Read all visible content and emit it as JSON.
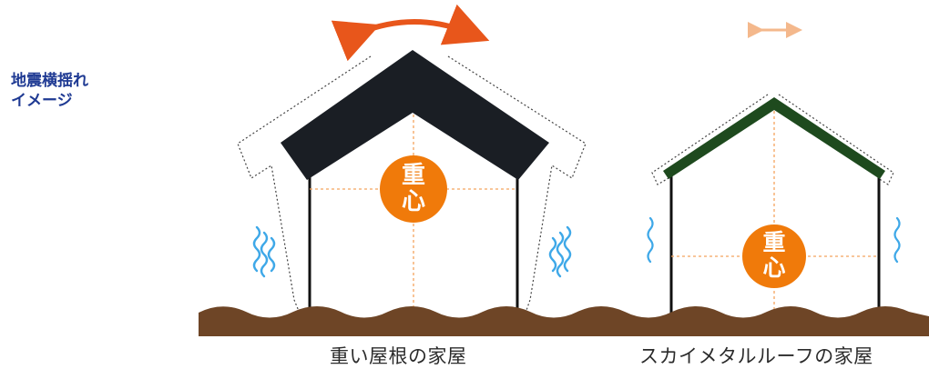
{
  "side_title": {
    "line1": "地震横揺れ",
    "line2": "イメージ"
  },
  "center_of_gravity": {
    "char1": "重",
    "char2": "心"
  },
  "houses": [
    {
      "caption": "重い屋根の家屋",
      "roof_color": "#1a1e24"
    },
    {
      "caption": "スカイメタルルーフの家屋",
      "roof_color": "#1e4a1e"
    }
  ],
  "colors": {
    "heavy_sway_arrow": "#e8561b",
    "light_sway_arrow": "#f4b88c",
    "ground": "#6e4526",
    "center_badge": "#f07a0a",
    "guide_lines": "#f3a35d",
    "vibration": "#3ea8e8",
    "side_title": "#1f3a93"
  },
  "icons": [
    "sway-arrow-icon",
    "vibration-icon",
    "center-of-gravity-icon"
  ]
}
